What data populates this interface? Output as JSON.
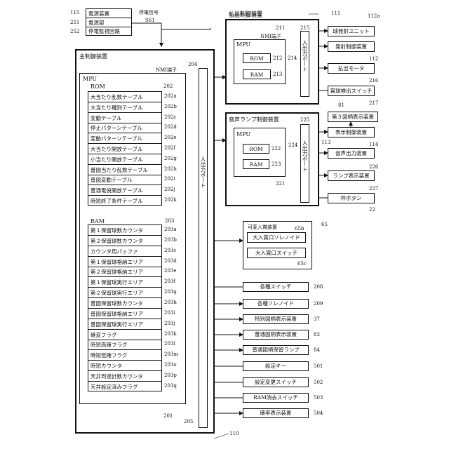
{
  "top_left": {
    "refs": [
      "115",
      "251",
      "252"
    ],
    "items": [
      "電源装置",
      "電源部",
      "停電監視回路"
    ],
    "signal_label": "停電信号",
    "signal_ref": "S61"
  },
  "main": {
    "title": "主制御装置",
    "ref": "110",
    "nmi_label": "NMI端子",
    "nmi_ref": "204",
    "mpu": {
      "label": "MPU",
      "ref": "201"
    },
    "port": {
      "label": "入出力ポート",
      "ref": "205"
    },
    "rom": {
      "label": "ROM",
      "ref": "202",
      "rows": [
        {
          "text": "大当たり乱数テーブル",
          "ref": "202a"
        },
        {
          "text": "大当たり種別テーブル",
          "ref": "202b"
        },
        {
          "text": "変動テーブル",
          "ref": "202c"
        },
        {
          "text": "停止パターンテーブル",
          "ref": "202d"
        },
        {
          "text": "変動パターンテーブル",
          "ref": "202e"
        },
        {
          "text": "大当たり開放テーブル",
          "ref": "202f"
        },
        {
          "text": "小当たり開放テーブル",
          "ref": "202g"
        },
        {
          "text": "普図当たり乱数テーブル",
          "ref": "202h"
        },
        {
          "text": "普図変動テーブル",
          "ref": "202i"
        },
        {
          "text": "普通電役開放テーブル",
          "ref": "202j"
        },
        {
          "text": "時短終了条件テーブル",
          "ref": "202k"
        }
      ]
    },
    "ram": {
      "label": "RAM",
      "ref": "203",
      "rows": [
        {
          "text": "第１保留球数カウンタ",
          "ref": "203a"
        },
        {
          "text": "第２保留球数カウンタ",
          "ref": "203b"
        },
        {
          "text": "カウンタ用バッファ",
          "ref": "203c"
        },
        {
          "text": "第１保留球格納エリア",
          "ref": "203d"
        },
        {
          "text": "第２保留球格納エリア",
          "ref": "203e"
        },
        {
          "text": "第１保留球実行エリア",
          "ref": "203f"
        },
        {
          "text": "第２保留球実行エリア",
          "ref": "203g"
        },
        {
          "text": "普図保留球数カウンタ",
          "ref": "203h"
        },
        {
          "text": "普図保留球格納エリア",
          "ref": "203i"
        },
        {
          "text": "普図保留球実行エリア",
          "ref": "203j"
        },
        {
          "text": "確変フラグ",
          "ref": "203k"
        },
        {
          "text": "時短高確フラグ",
          "ref": "203l"
        },
        {
          "text": "時短低確フラグ",
          "ref": "203m"
        },
        {
          "text": "時短カウンタ",
          "ref": "203o"
        },
        {
          "text": "天井到達計数カウンタ",
          "ref": "203p"
        },
        {
          "text": "天井設定済みフラグ",
          "ref": "203q"
        }
      ]
    }
  },
  "payout": {
    "title": "払出制御装置",
    "ref": "111",
    "mpu_label": "MPU",
    "nmi_label": "NMI端子",
    "nmi_ref": "211",
    "rom_label": "ROM",
    "rom_ref": "212",
    "ram_label": "RAM",
    "ram_ref": "213",
    "mpu_ref": "214",
    "port_label": "入出力ポート",
    "port_ref": "215"
  },
  "sound": {
    "title": "音声ランプ制御装置",
    "ref": "113",
    "mpu_label": "MPU",
    "rom_label": "ROM",
    "rom_ref": "222",
    "ram_label": "RAM",
    "ram_ref": "223",
    "mpu_ref": "221",
    "port_label": "入出力ポート",
    "port_ref": "225",
    "line_ref": "224"
  },
  "right_top": [
    {
      "text": "球発射ユニット",
      "ref": "112a"
    },
    {
      "text": "発射制御装置",
      "ref": "112"
    },
    {
      "text": "払出モータ",
      "ref": "216"
    },
    {
      "text": "賞球検出スイッチ",
      "ref": "217"
    }
  ],
  "right_mid": [
    {
      "text": "第３図柄表示装置",
      "ref": "81"
    },
    {
      "text": "表示制御装置",
      "ref": "114"
    },
    {
      "text": "音声出力装置",
      "ref": "226"
    },
    {
      "text": "ランプ表示装置",
      "ref": "227"
    },
    {
      "text": "枠ボタン",
      "ref": "22"
    }
  ],
  "variable": {
    "title": "可変入賞装置",
    "ref": "65",
    "items": [
      {
        "text": "大入賞口ソレノイド",
        "ref": "65b"
      },
      {
        "text": "大入賞口スイッチ",
        "ref": "65c"
      }
    ]
  },
  "right_bottom": [
    {
      "text": "各種スイッチ",
      "ref": "208"
    },
    {
      "text": "各種ソレノイド",
      "ref": "209"
    },
    {
      "text": "特別図柄表示装置",
      "ref": "37"
    },
    {
      "text": "普通図柄表示装置",
      "ref": "83"
    },
    {
      "text": "普通図柄保留ランプ",
      "ref": "84"
    },
    {
      "text": "設定キー",
      "ref": "501"
    },
    {
      "text": "設定変更スイッチ",
      "ref": "502"
    },
    {
      "text": "RAM消去スイッチ",
      "ref": "503"
    },
    {
      "text": "確率表示装置",
      "ref": "504"
    }
  ]
}
